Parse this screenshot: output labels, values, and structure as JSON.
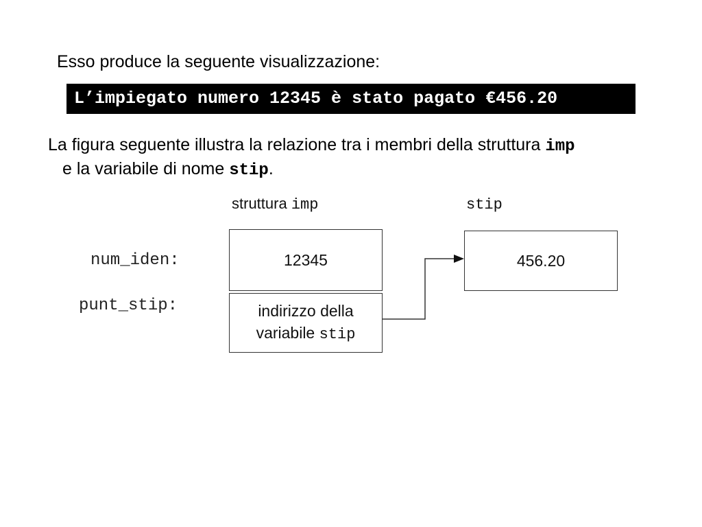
{
  "intro": "Esso produce la seguente visualizzazione:",
  "console_output": "L’impiegato numero 12345 è stato pagato €456.20",
  "paragraph": {
    "text1": "La figura seguente illustra la relazione tra i membri della struttura ",
    "code1": "imp",
    "text2": "e la variabile di nome ",
    "code2": "stip",
    "text3": "."
  },
  "diagram": {
    "heading_struct_text": "struttura ",
    "heading_struct_code": "imp",
    "heading_var": "stip",
    "label_num_iden": "num_iden:",
    "label_punt_stip": "punt_stip:",
    "box_num_iden_value": "12345",
    "box_punt_stip_line1": "indirizzo della",
    "box_punt_stip_line2_text": "variabile ",
    "box_punt_stip_line2_code": "stip",
    "box_stip_value": "456.20"
  }
}
